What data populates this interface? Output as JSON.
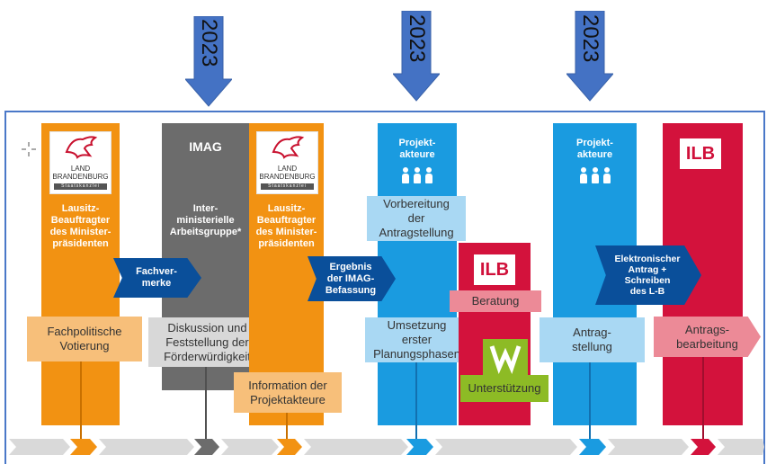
{
  "years": [
    "2023",
    "2023",
    "2023"
  ],
  "columns": {
    "lausitz1": {
      "logo_line1": "LAND",
      "logo_line2": "BRANDENBURG",
      "logo_sub": "Staatskanzlei",
      "title": "Lausitz-\nBeauftragter\ndes Minister-\npräsidenten",
      "box": "Fachpolitische\nVotierung"
    },
    "imag": {
      "heading": "IMAG",
      "title": "Inter-\nministerielle\nArbeitsgruppe*",
      "box": "Diskussion und\nFeststellung der\nFörderwürdigkeit"
    },
    "lausitz2": {
      "logo_line1": "LAND",
      "logo_line2": "BRANDENBURG",
      "logo_sub": "Staatskanzlei",
      "title": "Lausitz-\nBeauftragter\ndes Minister-\npräsidenten",
      "box": "Information der\nProjektakteure"
    },
    "projekt1": {
      "title": "Projekt-\nakteure",
      "box_top": "Vorbereitung\nder\nAntragstellung",
      "box_bottom": "Umsetzung\nerster\nPlanungsphasen"
    },
    "ilb1": {
      "logo": "ILB",
      "box_top": "Beratung",
      "box_bottom": "Unterstützung"
    },
    "projekt2": {
      "title": "Projekt-\nakteure",
      "box": "Antrag-\nstellung"
    },
    "ilb2": {
      "logo": "ILB",
      "box": "Antrags-\nbearbeitung"
    }
  },
  "arrows": {
    "fachvermerke": "Fachver-\nmerke",
    "ergebnis": "Ergebnis\nder IMAG-\nBefassung",
    "elektronisch": "Elektronischer\nAntrag +\nSchreiben\ndes L-B"
  },
  "colors": {
    "orange": "#f29212",
    "grey": "#6c6c6c",
    "blue": "#1a9be0",
    "red": "#d3123c",
    "navy": "#0a4f9a",
    "arrow_blue": "#4472c4",
    "green": "#8dbb25"
  }
}
